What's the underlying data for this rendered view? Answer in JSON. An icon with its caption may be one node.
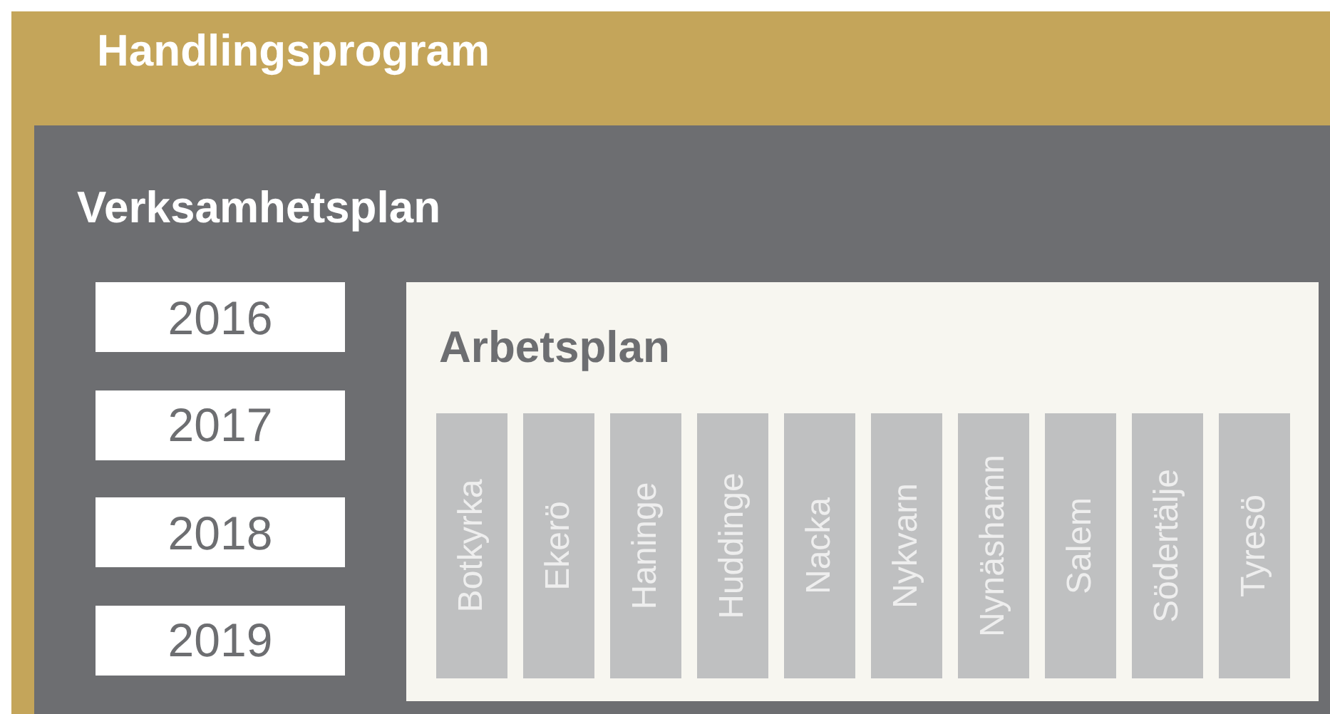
{
  "diagram": {
    "nodes": [
      {
        "text": [
          "Handlingsprogram"
        ]
      },
      {
        "text": [
          "Verksamhetsplan"
        ],
        "in": 0
      },
      {
        "text": [
          "2016"
        ],
        "in": 1
      },
      {
        "text": [
          "2017"
        ],
        "in": 1
      },
      {
        "text": [
          "2018"
        ],
        "in": 1
      },
      {
        "text": [
          "2019"
        ],
        "in": 1
      },
      {
        "text": [
          "Arbetsplan"
        ],
        "in": 1
      },
      {
        "text": [
          "Botkyrka"
        ],
        "in": 6
      },
      {
        "text": [
          "Ekerö"
        ],
        "in": 6
      },
      {
        "text": [
          "Haninge"
        ],
        "in": 6
      },
      {
        "text": [
          "Huddinge"
        ],
        "in": 6
      },
      {
        "text": [
          "Nacka"
        ],
        "in": 6
      },
      {
        "text": [
          "Nykvarn"
        ],
        "in": 6
      },
      {
        "text": [
          "Nynäshamn"
        ],
        "in": 6
      },
      {
        "text": [
          "Salem"
        ],
        "in": 6
      },
      {
        "text": [
          "Södertälje"
        ],
        "in": 6
      },
      {
        "text": [
          "Tyresö"
        ],
        "in": 6
      }
    ]
  }
}
